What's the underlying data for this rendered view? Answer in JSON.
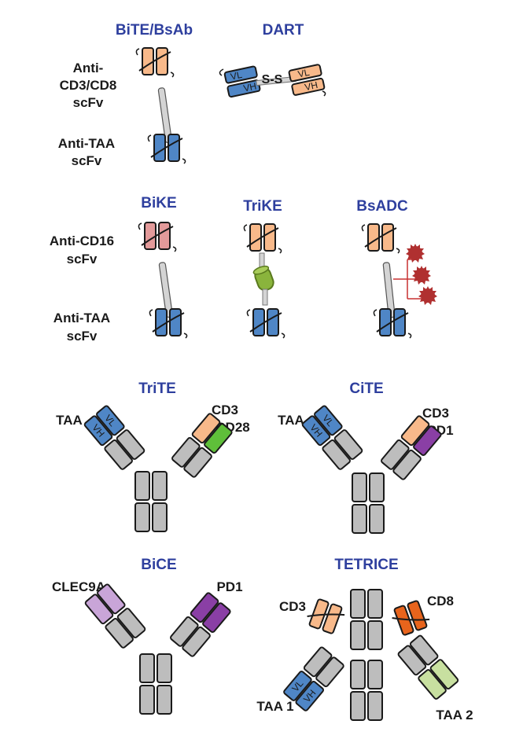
{
  "colors": {
    "title": "#2e3f9e",
    "text": "#1a1a1a",
    "grey": "#bdbdbd",
    "orange": "#f8b98a",
    "blue": "#4f86c6",
    "pink": "#e39a9a",
    "green_cd28": "#5fbf3a",
    "purple": "#8a3fa5",
    "lilac": "#c9a5d8",
    "dark_orange": "#e8641c",
    "light_green": "#c8e0a0",
    "olive": "#8ab43c",
    "payload": "#b03030"
  },
  "bite_section": {
    "title_bite": "BiTE/BsAb",
    "title_dart": "DART",
    "label_cd3": [
      "Anti-",
      "CD3/CD8",
      "scFv"
    ],
    "label_taa": [
      "Anti-TAA",
      "scFv"
    ],
    "dart_vl_left": "VL",
    "dart_vh_left": "VH",
    "dart_ss": "S-S",
    "dart_vl_right": "VL",
    "dart_vh_right": "VH"
  },
  "bike_section": {
    "title_bike": "BiKE",
    "title_trike": "TriKE",
    "title_bsadc": "BsADC",
    "label_cd16": [
      "Anti-CD16",
      "scFv"
    ],
    "label_taa": [
      "Anti-TAA",
      "scFv"
    ]
  },
  "trite": {
    "title": "TriTE",
    "left_label": "TAA",
    "right_label_1": "CD3",
    "right_label_2": "CD28",
    "vl": "VL",
    "vh": "VH"
  },
  "cite": {
    "title": "CiTE",
    "left_label": "TAA",
    "right_label_1": "CD3",
    "right_label_2": "PD1",
    "vl": "VL",
    "vh": "VH"
  },
  "bice": {
    "title": "BiCE",
    "left_label": "CLEC9A",
    "right_label": "PD1"
  },
  "tetrice": {
    "title": "TETRICE",
    "label_cd3": "CD3",
    "label_cd8": "CD8",
    "label_taa1": "TAA 1",
    "label_taa2": "TAA 2",
    "vl": "VL",
    "vh": "VH"
  }
}
